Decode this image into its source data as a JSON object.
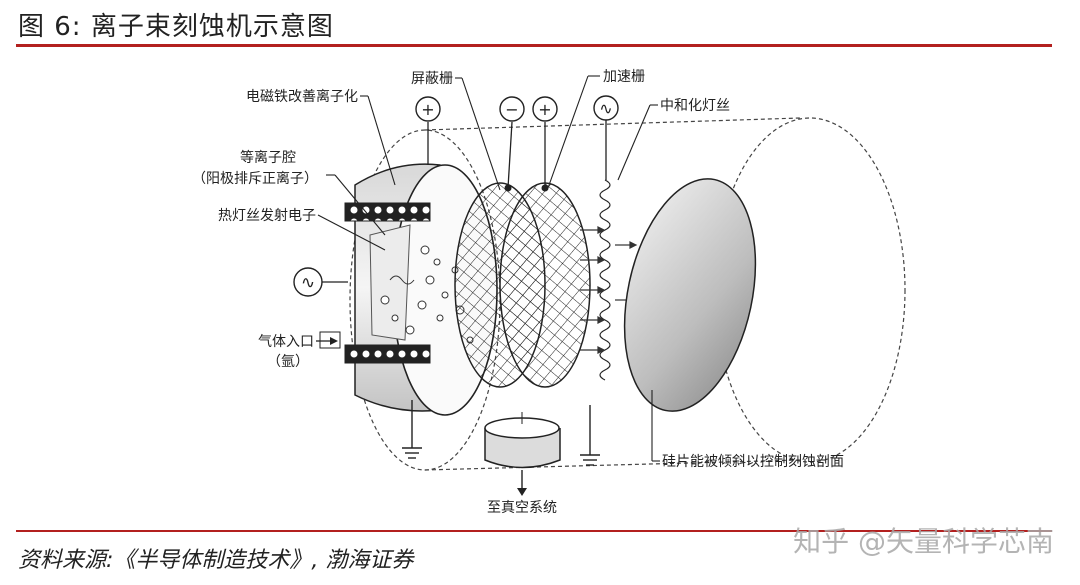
{
  "title": "图 6:  离子束刻蚀机示意图",
  "source": "资料来源:《半导体制造技术》, 渤海证券",
  "watermark": "知乎 @矢量科学芯南",
  "diagram": {
    "labels": {
      "ionizer": "电磁铁改善离子化",
      "plasma_chamber_1": "等离子腔",
      "plasma_chamber_2": "（阳极排斥正离子）",
      "hot_filament": "热灯丝发射电子",
      "gas_inlet_1": "气体入口",
      "gas_inlet_2": "（氩）",
      "screen_grid": "屏蔽栅",
      "accel_grid": "加速栅",
      "neutralizer": "中和化灯丝",
      "wafer": "硅片能被倾斜以控制刻蚀剖面",
      "vacuum": "至真空系统"
    },
    "symbols": {
      "plus": "+",
      "minus": "−",
      "ac": "∿"
    }
  }
}
